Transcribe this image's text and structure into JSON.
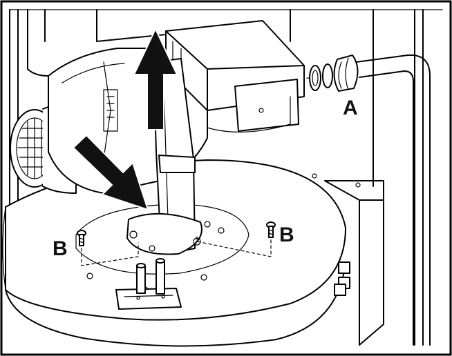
{
  "labels": {
    "a": "A",
    "b_left": "B",
    "b_right": "B"
  },
  "colors": {
    "ink": "#000000",
    "arrow_fill": "#111111",
    "background": "#ffffff"
  },
  "icons": {
    "up_arrow": "arrow-up-icon",
    "diagonal_arrow": "arrow-down-right-icon"
  }
}
